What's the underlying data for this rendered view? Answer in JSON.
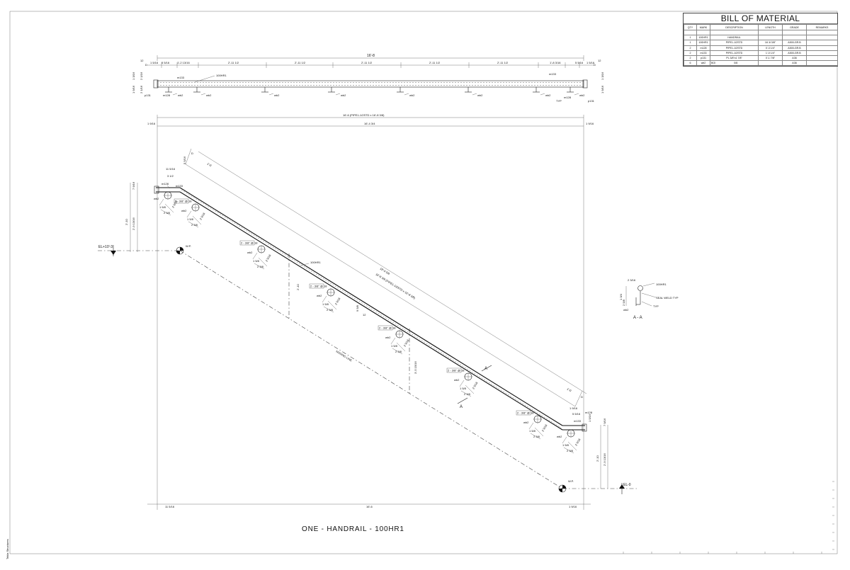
{
  "bill_of_material": {
    "title": "BILL OF MATERIAL",
    "columns": [
      "QTY",
      "MARK",
      "DESCRIPTION",
      "LENGTH",
      "GRADE",
      "REMARKS"
    ],
    "rows": [
      [
        "",
        "",
        "",
        "",
        "",
        ""
      ],
      [
        "1",
        "100HR1",
        "HANDRAIL",
        "",
        "",
        ""
      ],
      [
        "1",
        "100HR1",
        "PIPE1-1/2STD",
        "16'-8 3/8\"",
        "A500-GR.B",
        ""
      ],
      [
        "2",
        "m128",
        "PIPE1-1/2STD",
        "0'-3 1/4\"",
        "A500-GR.B",
        ""
      ],
      [
        "2",
        "m133",
        "PIPE1-1/2STD",
        "1'-0 1/4\"",
        "A500-GR.B",
        ""
      ],
      [
        "2",
        "p131",
        "PL 3/8\"x1 7/8\"",
        "0'-1 7/8\"",
        "A36",
        ""
      ],
      [
        "6",
        "wb2",
        "BOI",
        "",
        "A36",
        ""
      ]
    ],
    "bolt_cell": "0/8"
  },
  "plan_view": {
    "overall_dim": "16'-8",
    "left_dims": [
      "1 5/16",
      "5 5/16",
      "1'-2 13/16"
    ],
    "mid_dims": [
      "2'-11 1/2",
      "2'-11 1/2",
      "2'-11 1/2",
      "2'-11 1/2",
      "2'-11 1/2"
    ],
    "right_dims": [
      "1'-8 3/16",
      "5 5/16",
      "1 5/16"
    ],
    "marks": {
      "m133_left": "m133",
      "m133_right": "m133",
      "rail": "100HR1",
      "m128_left": "m128",
      "m128_right": "m128",
      "p131_left": "p131",
      "p131_right": "p131",
      "wb2": "wb2",
      "typ": "TYP",
      "d": "D",
      "slope": "12"
    },
    "height_dims": [
      "1 3/16",
      "2 1/16",
      "1 9/16",
      "2 1/16"
    ]
  },
  "elevation": {
    "top_overall": "16'-6 (PIPE1-1/2STD x 16'-8 3/8)",
    "top_inner": "16'-4 3/4",
    "top_left_stub": "1 9/16",
    "top_right_stub": "1 9/16",
    "bottom_dims": [
      "11 5/16",
      "16'-6",
      "1 9/16"
    ],
    "left_vertical": [
      "2'-10",
      "2'-9 13/16",
      "7 9/16"
    ],
    "right_vertical": [
      "2'-10",
      "2'-9 13/16",
      "7 9/16"
    ],
    "el_top": "EL+10'-3",
    "el_bottom": "EL-0",
    "wp": "W.P.",
    "marks": {
      "m128": "m128",
      "m133": "m133",
      "wb2": "wb2",
      "rail": "100HR1",
      "typ": "TYP",
      "d": "D"
    },
    "slope_dims": {
      "along_upper": "19'-4 5/8",
      "along_lower": "16'-8 3/8 (PIPE1-1/2STD x 16'-8 3/8)",
      "offset": "1'-0",
      "rise_label": "12",
      "run_label": "9 5/8",
      "middle_drop": "2'-10",
      "lower_drop": "3'-5 15/16"
    },
    "post_dim_tags": [
      "2 - 3/8\" @ 18",
      "2 - 3/8\" @ 18",
      "2 - 3/8\" @ 18",
      "2 - 3/8\" @ 18",
      "2 - 3/8\" @ 18",
      "2 - 3/8\" @ 18",
      "2 - 3/8\" @ 18"
    ],
    "post_small_dims": [
      "1 5/8",
      "2 3/8",
      "2 9/16",
      "3 1/8"
    ],
    "section_mark": "A",
    "nosing_line": "NOSING LINE",
    "top_left_dims": [
      "11 5/16",
      "3 1/2",
      "5 5/16"
    ],
    "bottom_right_dims": [
      "1 9/16",
      "5 5/16",
      "1 5/16"
    ]
  },
  "section_detail": {
    "title": "A - A",
    "rail": "100HR1",
    "seal_weld": "SEAL WELD TYP",
    "typ": "TYP",
    "wb2": "wb2",
    "dims": [
      "2 3/16",
      "1 3/4",
      "2 5/8"
    ]
  },
  "drawing_title": "ONE - HANDRAIL - 100HR1",
  "side_note": "Tekla Structures"
}
